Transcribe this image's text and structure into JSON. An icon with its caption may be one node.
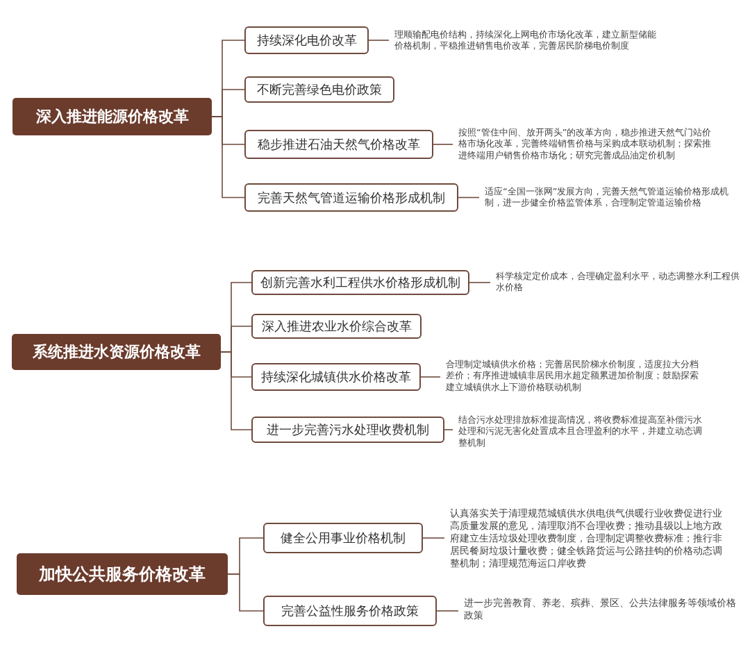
{
  "diagram": {
    "nodes": [
      {
        "text": [
          "深入推进能源价格改革"
        ]
      },
      {
        "text": [
          "持续深化电价改革"
        ]
      },
      {
        "text": [
          "理顺输配电价结构，持续深化上网电价市场化改革，建立新型储能价格机制，平稳推进销售电价改革，完善居民阶梯电价制度"
        ]
      },
      {
        "text": [
          "不断完善绿色电价政策"
        ]
      },
      {
        "text": [
          "稳步推进石油天然气价格改革"
        ]
      },
      {
        "text": [
          "按照“管住中间、放开两头”的改革方向，稳步推进天然气门站价格市场化改革，完善终端销售价格与采购成本联动机制；探索推进终端用户销售价格市场化；研究完善成品油定价机制"
        ]
      },
      {
        "text": [
          "完善天然气管道运输价格形成机制"
        ]
      },
      {
        "text": [
          "适应“全国一张网”发展方向，完善天然气管道运输价格形成机制，进一步健全价格监管体系，合理制定管道运输价格"
        ]
      },
      {
        "text": [
          "系统推进水资源价格改革"
        ]
      },
      {
        "text": [
          "创新完善水利工程供水价格形成机制"
        ]
      },
      {
        "text": [
          "科学核定定价成本，合理确定盈利水平，动态调整水利工程供水价格"
        ]
      },
      {
        "text": [
          "深入推进农业水价综合改革"
        ]
      },
      {
        "text": [
          "持续深化城镇供水价格改革"
        ]
      },
      {
        "text": [
          "合理制定城镇供水价格；完善居民阶梯水价制度，适度拉大分档差价；有序推进城镇非居民用水超定额累进加价制度；鼓励探索建立城镇供水上下游价格联动机制"
        ]
      },
      {
        "text": [
          "进一步完善污水处理收费机制"
        ]
      },
      {
        "text": [
          "结合污水处理排放标准提高情况，将收费标准提高至补偿污水处理和污泥无害化处置成本且合理盈利的水平，并建立动态调整机制"
        ]
      },
      {
        "text": [
          "加快公共服务价格改革"
        ]
      },
      {
        "text": [
          "健全公用事业价格机制"
        ]
      },
      {
        "text": [
          "认真落实关于清理规范城镇供水供电供气供暖行业收费促进行业高质量发展的意见，清理取消不合理收费；推动县级以上地方政府建立生活垃圾处理收费制度，合理制定调整收费标准；推行非居民餐厨垃圾计量收费；健全铁路货运与公路挂钩的价格动态调整机制；清理规范海运口岸收费"
        ]
      },
      {
        "text": [
          "完善公益性服务价格政策"
        ]
      },
      {
        "text": [
          "进一步完善教育、养老、殡葬、景区、公共法律服务等领域价格政策"
        ]
      }
    ],
    "edges": [
      {
        "from": 0,
        "to": 1,
        "arrow": "none"
      },
      {
        "from": 0,
        "to": 3,
        "arrow": "none"
      },
      {
        "from": 0,
        "to": 4,
        "arrow": "none"
      },
      {
        "from": 0,
        "to": 6,
        "arrow": "none"
      },
      {
        "from": 1,
        "to": 2,
        "arrow": "none"
      },
      {
        "from": 4,
        "to": 5,
        "arrow": "none"
      },
      {
        "from": 6,
        "to": 7,
        "arrow": "none"
      },
      {
        "from": 8,
        "to": 9,
        "arrow": "none"
      },
      {
        "from": 8,
        "to": 11,
        "arrow": "none"
      },
      {
        "from": 8,
        "to": 12,
        "arrow": "none"
      },
      {
        "from": 8,
        "to": 14,
        "arrow": "none"
      },
      {
        "from": 9,
        "to": 10,
        "arrow": "none"
      },
      {
        "from": 12,
        "to": 13,
        "arrow": "none"
      },
      {
        "from": 14,
        "to": 15,
        "arrow": "none"
      },
      {
        "from": 16,
        "to": 17,
        "arrow": "none"
      },
      {
        "from": 16,
        "to": 19,
        "arrow": "none"
      },
      {
        "from": 17,
        "to": 18,
        "arrow": "none"
      },
      {
        "from": 19,
        "to": 20,
        "arrow": "none"
      }
    ]
  }
}
